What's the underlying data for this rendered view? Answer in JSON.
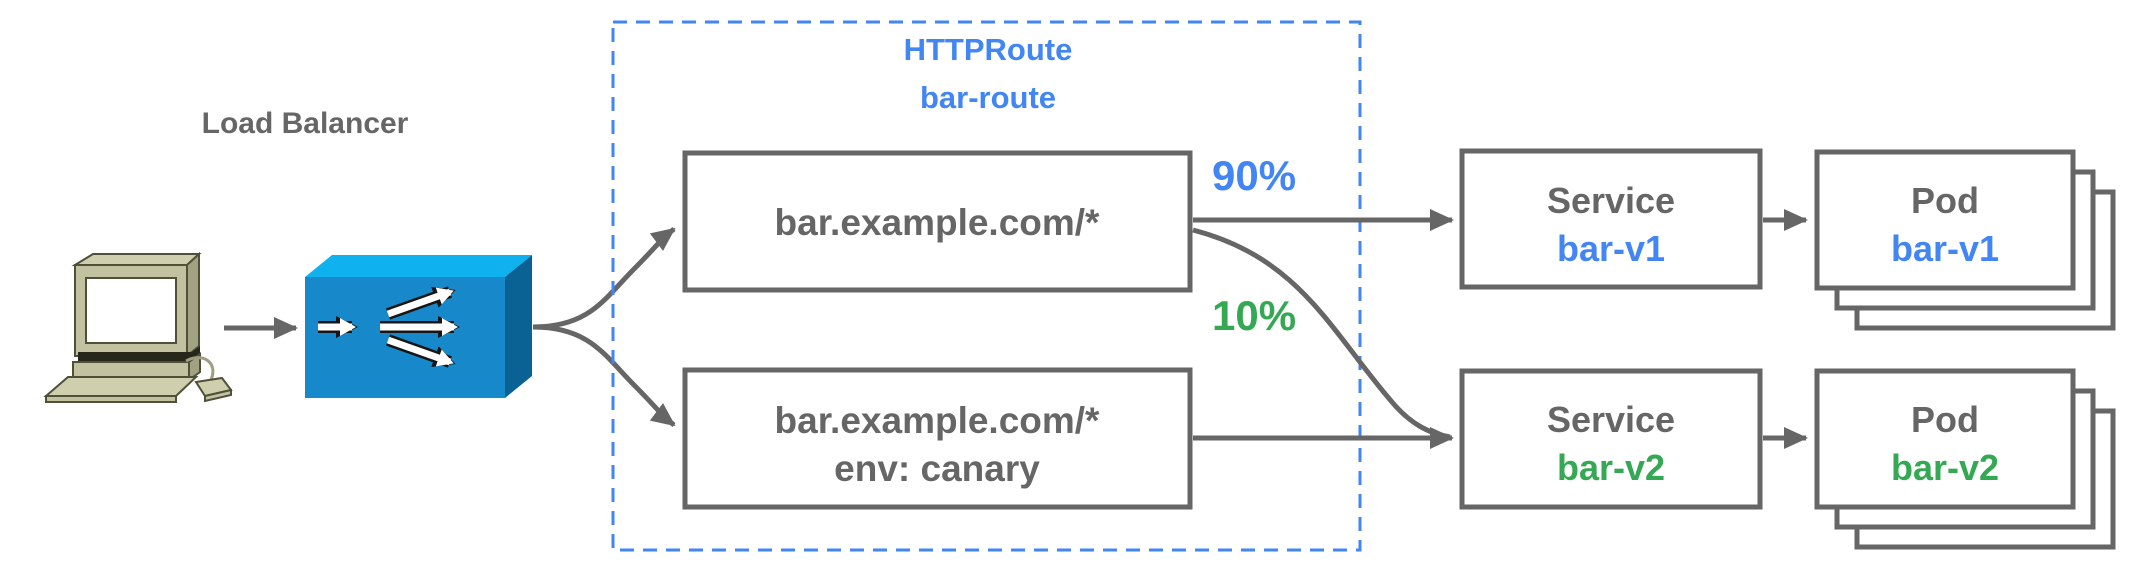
{
  "client": {
    "label": "client-computer"
  },
  "load_balancer": {
    "label": "Load Balancer"
  },
  "httproute": {
    "kind": "HTTPRoute",
    "name": "bar-route"
  },
  "rules": [
    {
      "match": "bar.example.com/*",
      "weight": "90%"
    },
    {
      "match": "bar.example.com/*",
      "header": "env: canary",
      "weight": "10%"
    }
  ],
  "services": [
    {
      "kind": "Service",
      "name": "bar-v1"
    },
    {
      "kind": "Service",
      "name": "bar-v2"
    }
  ],
  "pods": [
    {
      "kind": "Pod",
      "name": "bar-v1"
    },
    {
      "kind": "Pod",
      "name": "bar-v2"
    }
  ],
  "colors": {
    "accent_blue": "#4285f4",
    "accent_green": "#34a853",
    "line_gray": "#666666",
    "lb_top": "#0fb1ef",
    "lb_front": "#1789cb",
    "lb_side": "#0a6294"
  }
}
